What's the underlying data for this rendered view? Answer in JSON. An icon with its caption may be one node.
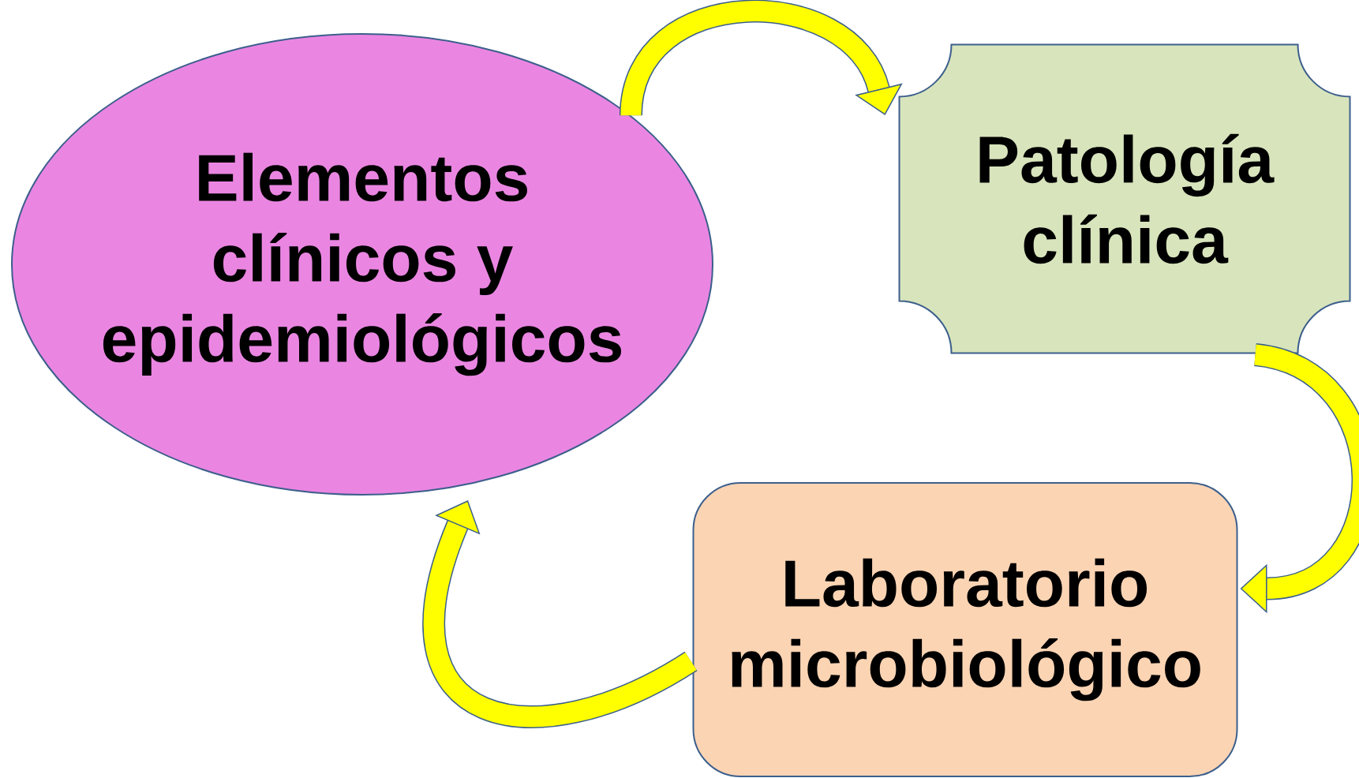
{
  "diagram": {
    "nodes": [
      {
        "text": [
          "Elementos clínicos y epidemiológicos"
        ]
      },
      {
        "text": [
          "Patología clínica"
        ]
      },
      {
        "text": [
          "Laboratorio microbiológico"
        ]
      }
    ],
    "edges": [
      {
        "from": 0,
        "to": 1,
        "arrow": "to"
      },
      {
        "from": 1,
        "to": 2,
        "arrow": "to"
      },
      {
        "from": 2,
        "to": 0,
        "arrow": "to"
      }
    ]
  }
}
